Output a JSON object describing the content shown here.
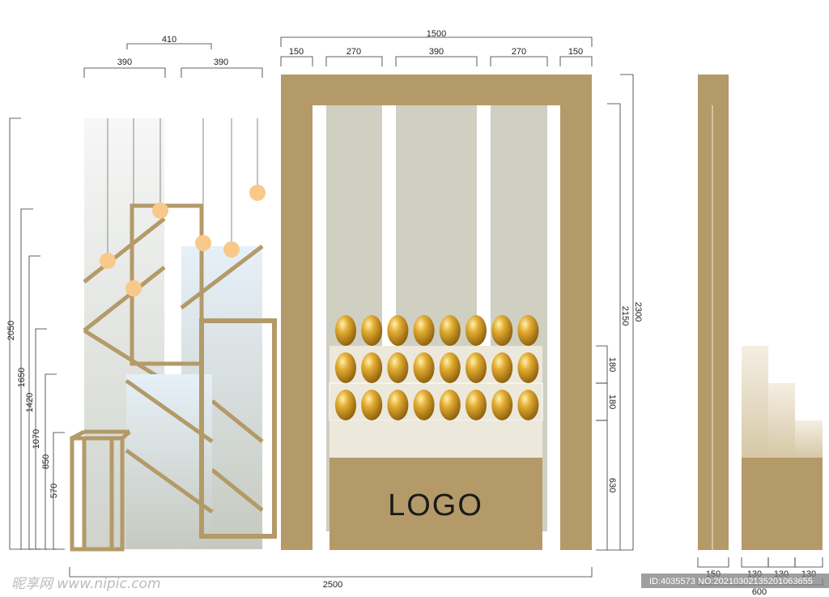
{
  "dimensions": {
    "left_top_total": "410",
    "left_top_seg1": "390",
    "left_top_seg2": "390",
    "left_v_2050": "2050",
    "left_v_1650": "1650",
    "left_v_1420": "1420",
    "left_v_1070": "1070",
    "left_v_850": "850",
    "left_v_570": "570",
    "front_total": "1500",
    "front_seg_150a": "150",
    "front_seg_270a": "270",
    "front_seg_390": "390",
    "front_seg_270b": "270",
    "front_seg_150b": "150",
    "right_v_2300": "2300",
    "right_v_2150": "2150",
    "right_v_180a": "180",
    "right_v_180b": "180",
    "right_v_630": "630",
    "overall_width": "2500",
    "side_frame_width": "150",
    "side_step1": "130",
    "side_step2": "130",
    "side_step3": "130",
    "side_total": "600"
  },
  "logo_text": "LOGO",
  "egg_rows": 3,
  "egg_cols": 8,
  "watermark": {
    "left": "昵享网 www.nipic.com",
    "right": "ID:4035573 NO:20210302135201063655"
  },
  "colors": {
    "frame_gold": "#b39a68",
    "panel_gray": "#cfcfc2",
    "bulb": "#f8c98a",
    "shelf_cream": "#ece8dc",
    "egg_gold": "#c8921e"
  }
}
